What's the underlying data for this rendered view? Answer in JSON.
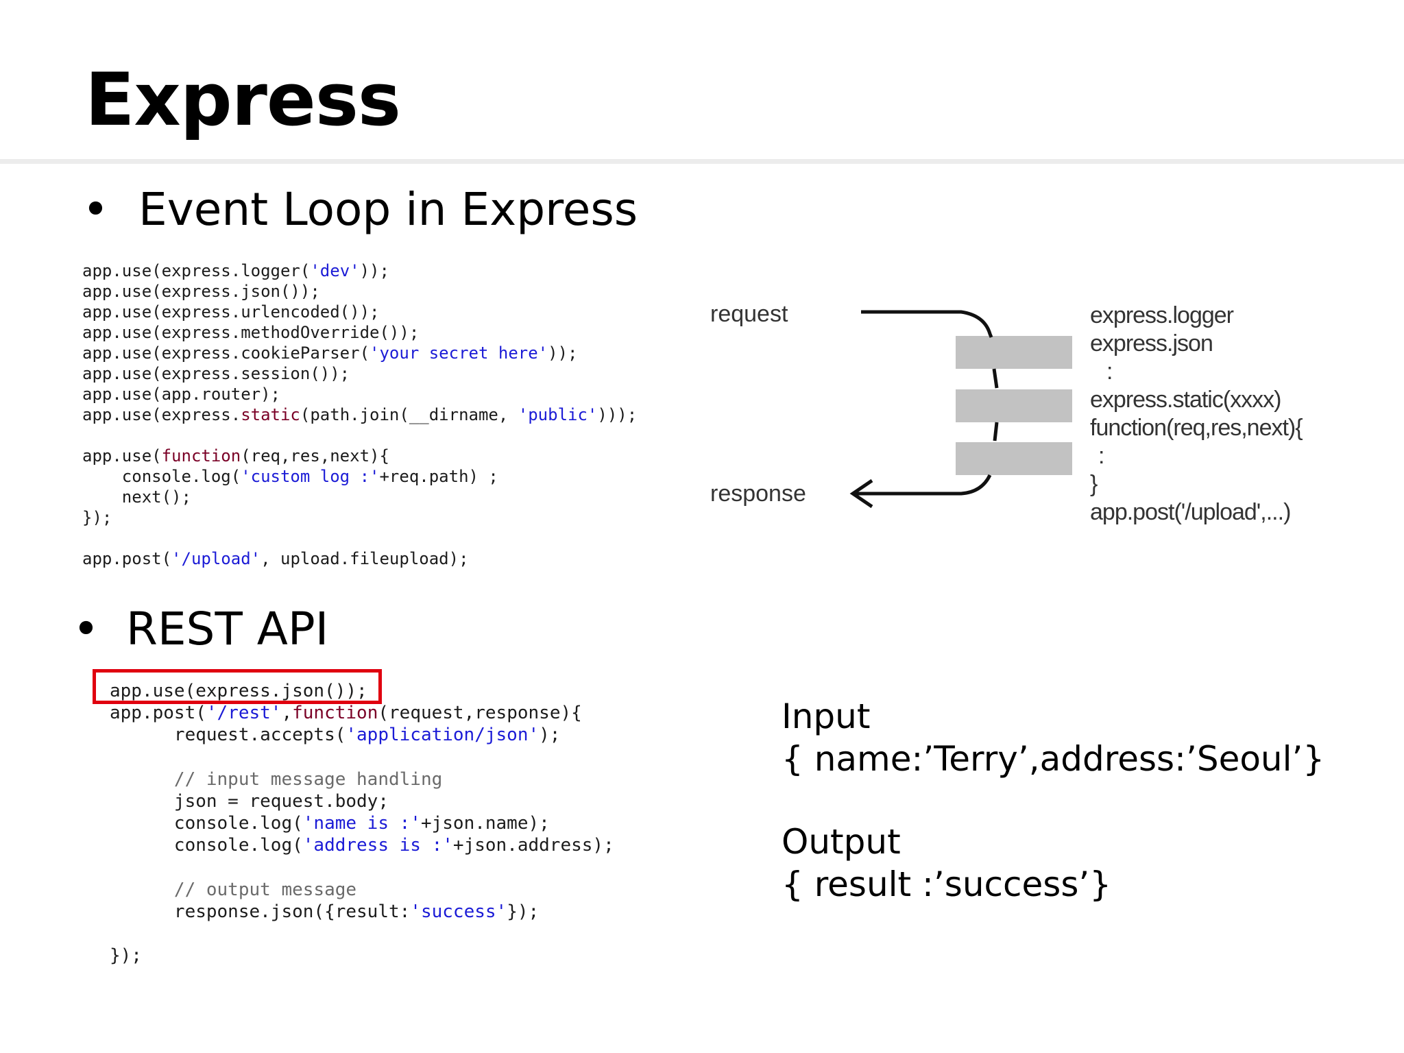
{
  "slide": {
    "title": "Express",
    "section1": {
      "bullet": "•",
      "heading": "Event Loop in Express"
    },
    "section2": {
      "bullet": "•",
      "heading": "REST API"
    },
    "code1": [
      [
        {
          "t": "app.use(express.logger("
        },
        {
          "t": "'dev'",
          "c": "str"
        },
        {
          "t": "));"
        }
      ],
      [
        {
          "t": "app.use(express.json());"
        }
      ],
      [
        {
          "t": "app.use(express.urlencoded());"
        }
      ],
      [
        {
          "t": "app.use(express.methodOverride());"
        }
      ],
      [
        {
          "t": "app.use(express.cookieParser("
        },
        {
          "t": "'your secret here'",
          "c": "str"
        },
        {
          "t": "));"
        }
      ],
      [
        {
          "t": "app.use(express.session());"
        }
      ],
      [
        {
          "t": "app.use(app.router);"
        }
      ],
      [
        {
          "t": "app.use(express."
        },
        {
          "t": "static",
          "c": "kw"
        },
        {
          "t": "(path.join(__dirname, "
        },
        {
          "t": "'public'",
          "c": "str"
        },
        {
          "t": ")));"
        }
      ],
      [],
      [
        {
          "t": "app.use("
        },
        {
          "t": "function",
          "c": "kw"
        },
        {
          "t": "(req,res,next){"
        }
      ],
      [
        {
          "t": "    console.log("
        },
        {
          "t": "'custom log :'",
          "c": "str"
        },
        {
          "t": "+req.path) ;"
        }
      ],
      [
        {
          "t": "    next();"
        }
      ],
      [
        {
          "t": "});"
        }
      ],
      [],
      [
        {
          "t": "app.post("
        },
        {
          "t": "'/upload'",
          "c": "str"
        },
        {
          "t": ", upload.fileupload);"
        }
      ]
    ],
    "code2": [
      [
        {
          "t": "app.use(express.json());"
        }
      ],
      [
        {
          "t": "app.post("
        },
        {
          "t": "'/rest'",
          "c": "str"
        },
        {
          "t": ","
        },
        {
          "t": "function",
          "c": "kw"
        },
        {
          "t": "(request,response){"
        }
      ],
      [
        {
          "t": "      request.accepts("
        },
        {
          "t": "'application/json'",
          "c": "str"
        },
        {
          "t": ");"
        }
      ],
      [],
      [
        {
          "t": "      // input message handling",
          "c": "cm"
        }
      ],
      [
        {
          "t": "      json = request.body;"
        }
      ],
      [
        {
          "t": "      console.log("
        },
        {
          "t": "'name is :'",
          "c": "str"
        },
        {
          "t": "+json.name);"
        }
      ],
      [
        {
          "t": "      console.log("
        },
        {
          "t": "'address is :'",
          "c": "str"
        },
        {
          "t": "+json.address);"
        }
      ],
      [],
      [
        {
          "t": "      // output message",
          "c": "cm"
        }
      ],
      [
        {
          "t": "      response.json({result:"
        },
        {
          "t": "'success'",
          "c": "str"
        },
        {
          "t": "});"
        }
      ],
      [],
      [
        {
          "t": "});"
        }
      ]
    ],
    "diagram": {
      "request_label": "request",
      "response_label": "response",
      "middleware": [
        "express.logger",
        "express.json",
        ":",
        "express.static(xxxx)",
        "function(req,res,next){",
        ":",
        "}",
        "app.post('/upload',...)"
      ]
    },
    "io": {
      "input_label": "Input",
      "input_value": "{ name:’Terry’,address:’Seoul’}",
      "output_label": "Output",
      "output_value": "{ result :’success’}"
    },
    "colors": {
      "highlight_box": "#e0000f",
      "keyword": "#7a0026",
      "string": "#1b1bd6",
      "comment": "#6a6a6a",
      "divider": "#ececec",
      "middleware_bar": "#c2c2c2"
    }
  }
}
